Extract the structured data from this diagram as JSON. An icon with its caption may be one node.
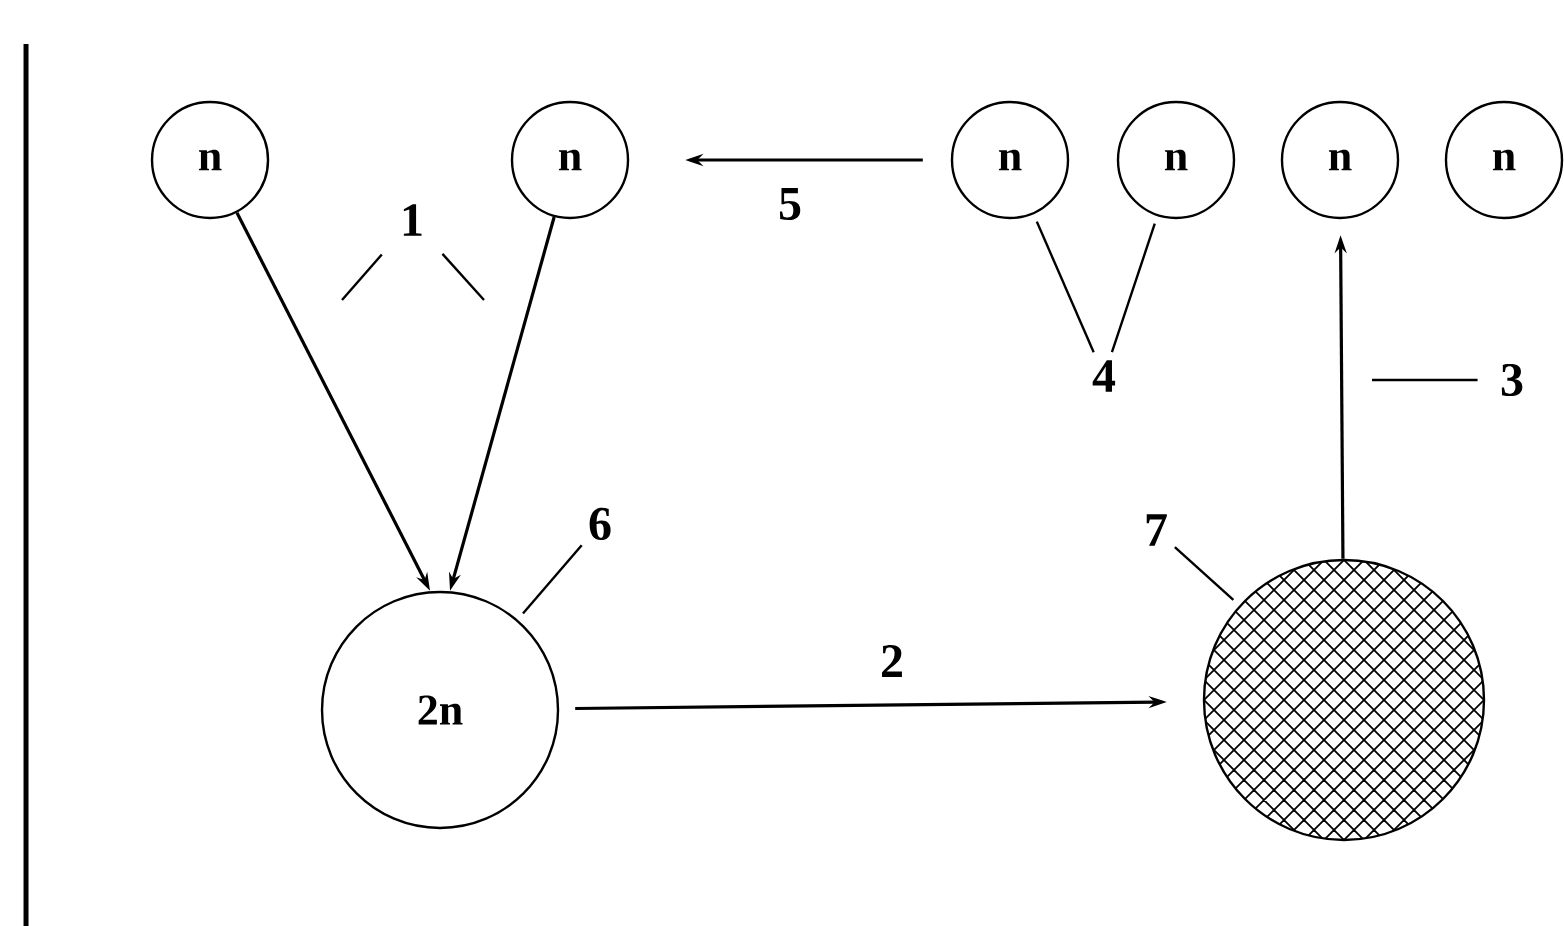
{
  "diagram": {
    "nodes": [
      {
        "text": [
          "n"
        ]
      },
      {
        "text": [
          "n"
        ]
      },
      {
        "text": [
          "n"
        ]
      },
      {
        "text": [
          "n"
        ]
      },
      {
        "text": [
          "n"
        ]
      },
      {
        "text": [
          "n"
        ]
      },
      {
        "text": [
          "2n"
        ]
      },
      {
        "text": [],
        "shape": "circle"
      },
      {
        "text": [
          "1"
        ]
      },
      {
        "text": [
          "3"
        ]
      },
      {
        "text": [
          "4"
        ]
      },
      {
        "text": [
          "6"
        ]
      },
      {
        "text": [
          "7"
        ]
      }
    ],
    "edges": [
      {
        "from": 0,
        "to": 6,
        "arrow": "to"
      },
      {
        "from": 1,
        "to": 6,
        "arrow": "to"
      },
      {
        "from": 2,
        "to": 1,
        "arrow": "to",
        "label": "5"
      },
      {
        "from": 6,
        "to": 7,
        "arrow": "to",
        "label": "2"
      },
      {
        "from": 7,
        "to": 4,
        "arrow": "to"
      },
      {
        "from": 8,
        "to": null,
        "arrow": "none"
      },
      {
        "from": 8,
        "to": null,
        "arrow": "none"
      },
      {
        "from": 9,
        "to": null,
        "arrow": "none"
      },
      {
        "from": 10,
        "to": 2,
        "arrow": "none"
      },
      {
        "from": 10,
        "to": 3,
        "arrow": "none"
      },
      {
        "from": 11,
        "to": 6,
        "arrow": "none"
      },
      {
        "from": 12,
        "to": 7,
        "arrow": "none"
      }
    ]
  }
}
